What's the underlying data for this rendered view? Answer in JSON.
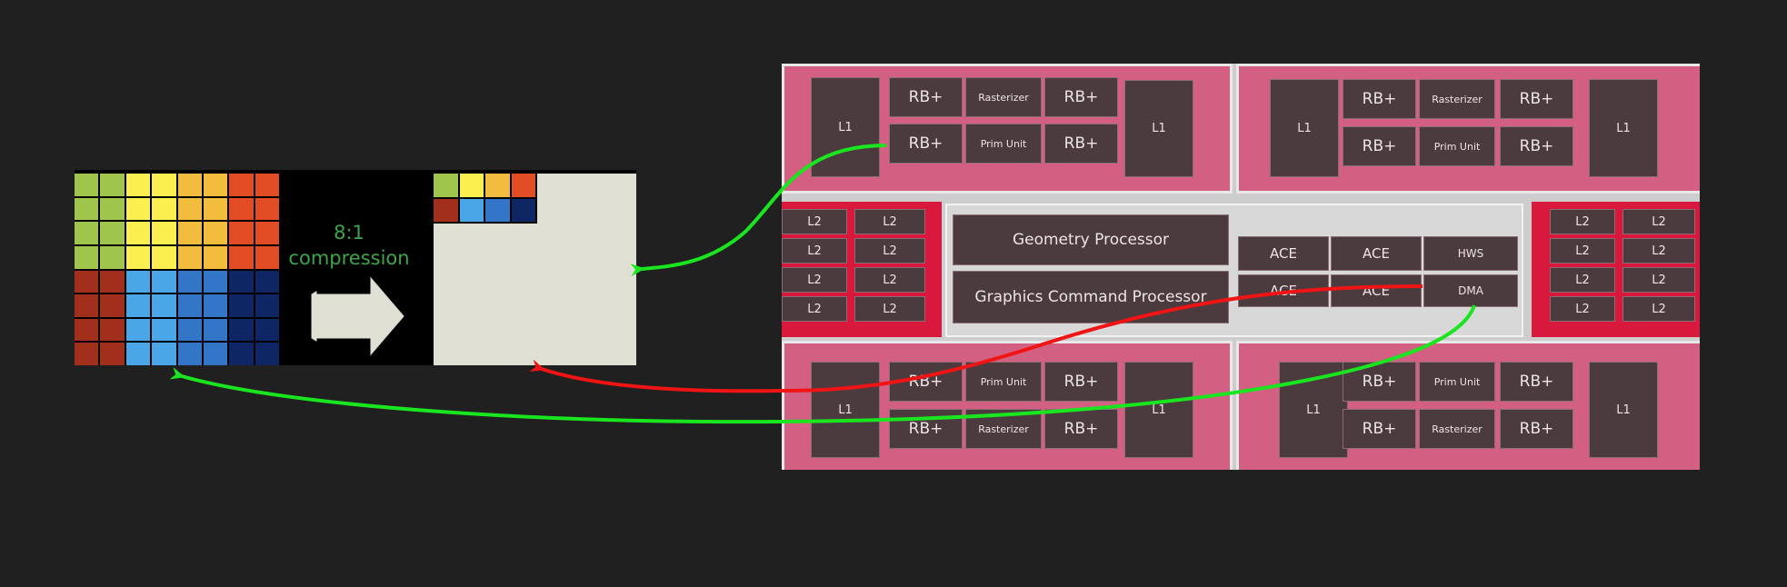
{
  "compression": {
    "ratio": "8:1",
    "word": "compression",
    "source_tiles": [
      [
        "#9fc54d",
        "#9fc54d",
        "#fbef4f",
        "#fbef4f",
        "#f2bc3d",
        "#f2bc3d",
        "#e24d26",
        "#e24d26"
      ],
      [
        "#9fc54d",
        "#9fc54d",
        "#fbef4f",
        "#fbef4f",
        "#f2bc3d",
        "#f2bc3d",
        "#e24d26",
        "#e24d26"
      ],
      [
        "#9fc54d",
        "#9fc54d",
        "#fbef4f",
        "#fbef4f",
        "#f2bc3d",
        "#f2bc3d",
        "#e24d26",
        "#e24d26"
      ],
      [
        "#9fc54d",
        "#9fc54d",
        "#fbef4f",
        "#fbef4f",
        "#f2bc3d",
        "#f2bc3d",
        "#e24d26",
        "#e24d26"
      ],
      [
        "#a22e1c",
        "#a22e1c",
        "#4aa6e6",
        "#4aa6e6",
        "#3375c6",
        "#3375c6",
        "#0e2664",
        "#0e2664"
      ],
      [
        "#a22e1c",
        "#a22e1c",
        "#4aa6e6",
        "#4aa6e6",
        "#3375c6",
        "#3375c6",
        "#0e2664",
        "#0e2664"
      ],
      [
        "#a22e1c",
        "#a22e1c",
        "#4aa6e6",
        "#4aa6e6",
        "#3375c6",
        "#3375c6",
        "#0e2664",
        "#0e2664"
      ],
      [
        "#a22e1c",
        "#a22e1c",
        "#4aa6e6",
        "#4aa6e6",
        "#3375c6",
        "#3375c6",
        "#0e2664",
        "#0e2664"
      ]
    ],
    "compressed_tiles": [
      [
        "#9fc54d",
        "#fbef4f",
        "#f2bc3d",
        "#e24d26"
      ],
      [
        "#a22e1c",
        "#4aa6e6",
        "#3375c6",
        "#0e2664"
      ]
    ]
  },
  "gpu": {
    "rb": "RB+",
    "rasterizer": "Rasterizer",
    "prim_unit": "Prim Unit",
    "l1": "L1",
    "l2": "L2",
    "geometry_processor": "Geometry Processor",
    "graphics_command_processor": "Graphics Command Processor",
    "ace": "ACE",
    "hws": "HWS",
    "dma": "DMA"
  },
  "colors": {
    "green_arrow": "#19e61e",
    "red_arrow": "#f01414",
    "quad_fill": "#d35f82",
    "l2_fill": "#d9183e",
    "block_fill": "#4b3b3e"
  }
}
